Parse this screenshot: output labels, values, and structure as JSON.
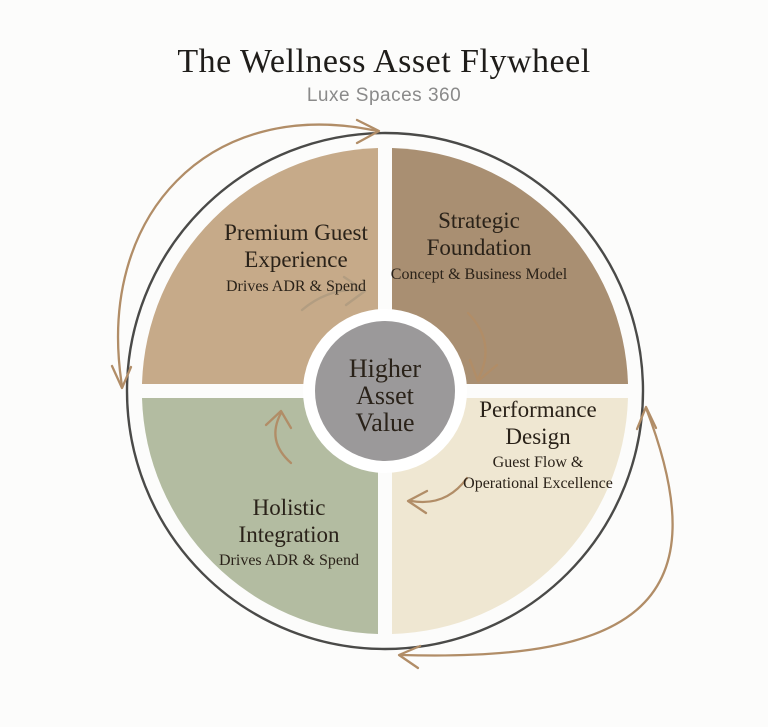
{
  "header": {
    "title": "The Wellness Asset Flywheel",
    "subtitle": "Luxe Spaces 360",
    "title_color": "#1f1d1a",
    "subtitle_color": "#8a8a8a"
  },
  "wheel": {
    "center": {
      "label_lines": [
        "Higher",
        "Asset",
        "Value"
      ],
      "bg_color": "#9b999a",
      "ring_color": "#ffffff"
    },
    "quadrants": [
      {
        "name": "Premium Guest Experience",
        "position": "top-left",
        "title_lines": [
          "Premium Guest",
          "Experience"
        ],
        "subtitle_lines": [
          "Drives ADR & Spend"
        ],
        "color": "#c6aa89"
      },
      {
        "name": "Strategic Foundation",
        "position": "top-right",
        "title_lines": [
          "Strategic",
          "Foundation"
        ],
        "subtitle_lines": [
          "Concept & Business Model"
        ],
        "color": "#a98f72"
      },
      {
        "name": "Performance Design",
        "position": "bottom-right",
        "title_lines": [
          "Performance",
          "Design"
        ],
        "subtitle_lines": [
          "Guest Flow &",
          "Operational Excellence"
        ],
        "color": "#efe7d2"
      },
      {
        "name": "Holistic Integration",
        "position": "bottom-left",
        "title_lines": [
          "Holistic",
          "Integration"
        ],
        "subtitle_lines": [
          "Drives ADR & Spend"
        ],
        "color": "#b3bca1"
      }
    ],
    "colors": {
      "ring": "#4a4a48",
      "arrow": "#b18d67",
      "arrow_faint": "#a3917a",
      "label_text": "#2a2219"
    }
  }
}
